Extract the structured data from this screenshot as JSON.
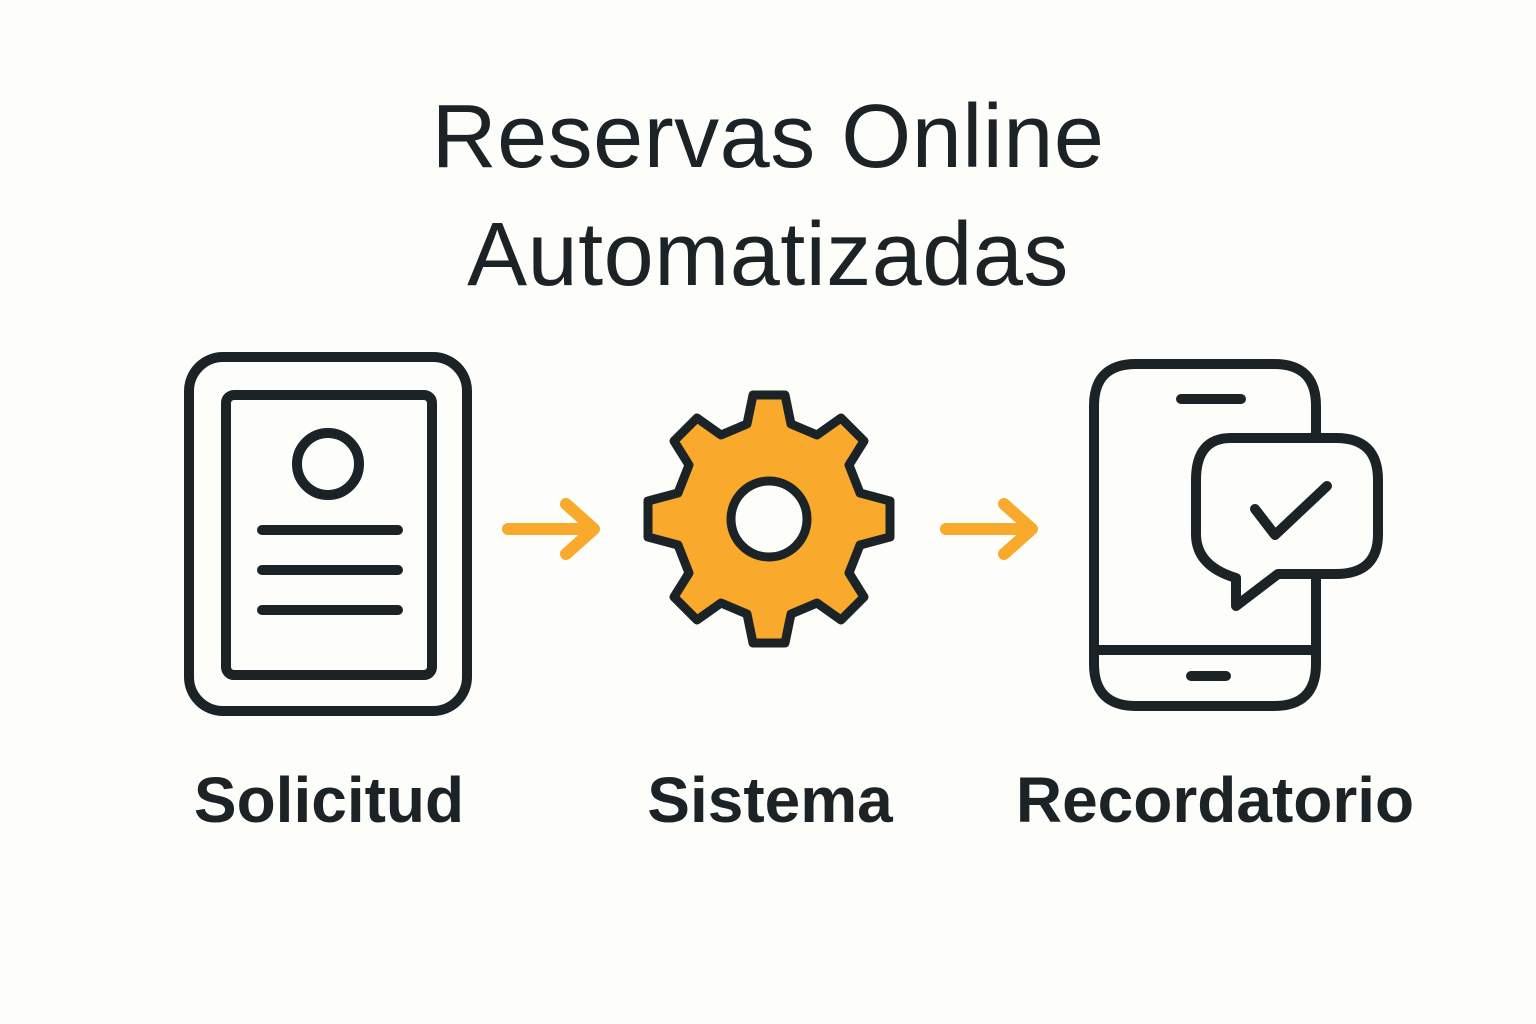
{
  "title": {
    "line1": "Reservas Online",
    "line2": "Automatizadas"
  },
  "colors": {
    "background": "#fdfdfa",
    "ink": "#1c2326",
    "accent": "#f9a92b"
  },
  "steps": [
    {
      "label": "Solicitud",
      "icon": "document-form-icon"
    },
    {
      "label": "Sistema",
      "icon": "gear-icon"
    },
    {
      "label": "Recordatorio",
      "icon": "smartphone-message-check-icon"
    }
  ],
  "connectors": [
    {
      "icon": "arrow-right-icon"
    },
    {
      "icon": "arrow-right-icon"
    }
  ]
}
